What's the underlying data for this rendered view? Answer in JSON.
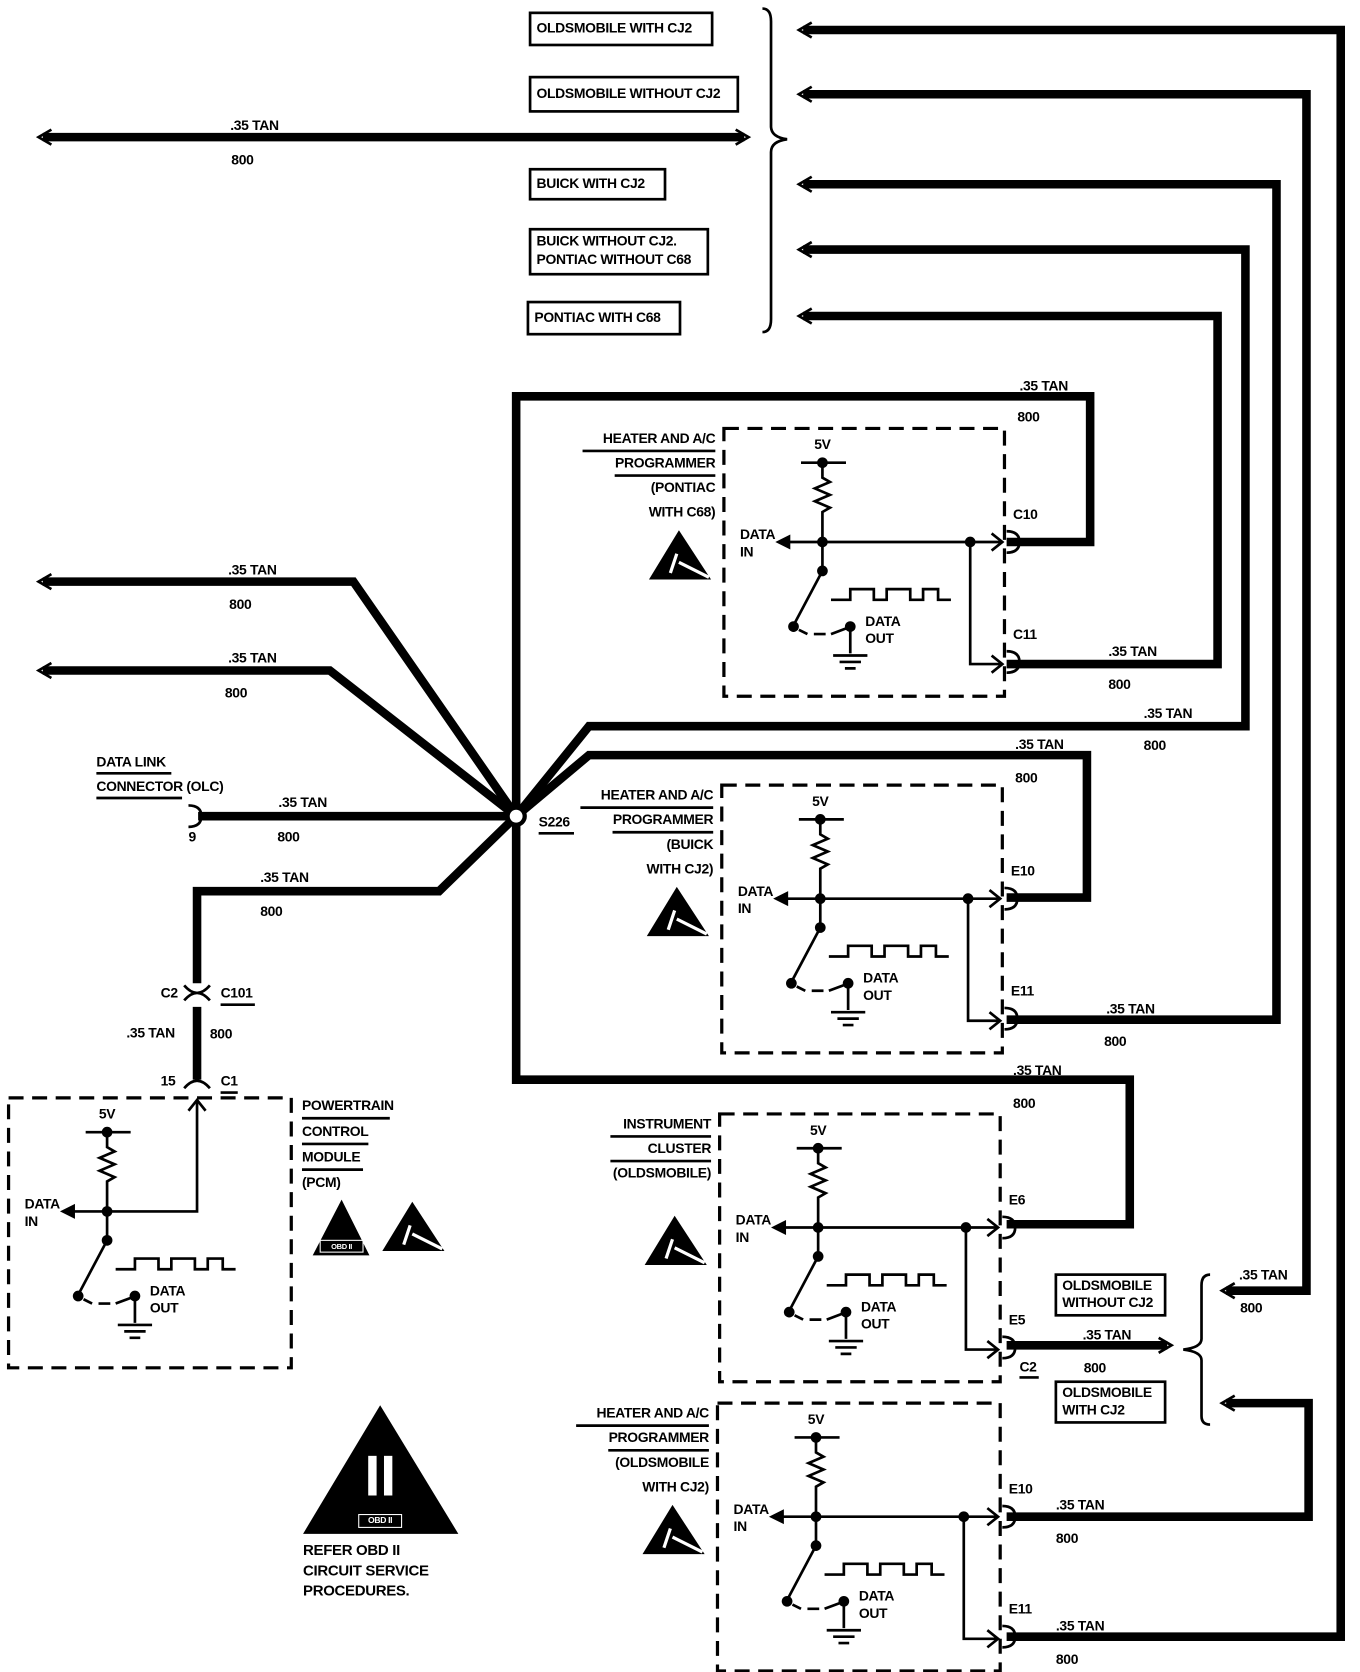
{
  "variant_boxes_top": [
    "OLDSMOBILE WITH CJ2",
    "OLDSMOBILE WITHOUT CJ2",
    "BUICK WITH CJ2",
    [
      "BUICK WITHOUT CJ2.",
      "PONTIAC WITHOUT C68"
    ],
    "PONTIAC WITH C68"
  ],
  "variant_boxes_right": [
    [
      "OLDSMOBILE",
      "WITHOUT CJ2"
    ],
    [
      "OLDSMOBILE",
      "WITH CJ2"
    ]
  ],
  "wire_labels": [
    {
      "gauge": ".35 TAN",
      "circuit": "800"
    },
    {
      "gauge": ".35 TAN",
      "circuit": "800"
    },
    {
      "gauge": ".35 TAN",
      "circuit": "800"
    },
    {
      "gauge": ".35 TAN",
      "circuit": "800"
    },
    {
      "gauge": ".35 TAN",
      "circuit": "800"
    },
    {
      "gauge": ".35 TAN",
      "circuit": "800"
    },
    {
      "gauge": ".35 TAN",
      "circuit": "800"
    },
    {
      "gauge": ".35 TAN",
      "circuit": "800"
    },
    {
      "gauge": ".35 TAN",
      "circuit": "800"
    },
    {
      "gauge": ".35 TAN",
      "circuit": "800"
    },
    {
      "gauge": ".35 TAN",
      "circuit": "800"
    },
    {
      "gauge": ".35 TAN",
      "circuit": "800"
    },
    {
      "gauge": ".35 TAN",
      "circuit": "800"
    },
    {
      "gauge": ".35 TAN",
      "circuit": "800"
    },
    {
      "gauge": ".35 TAN",
      "circuit": "800"
    },
    {
      "gauge": ".35 TAN",
      "circuit": "800"
    }
  ],
  "circuit_labels": {
    "supply": "5V",
    "data_in": [
      "DATA",
      "IN"
    ],
    "data_out": [
      "DATA",
      "OUT"
    ]
  },
  "modules": [
    {
      "name_lines": [
        "HEATER AND A/C",
        "PROGRAMMER",
        "(PONTIAC",
        "WITH C68)"
      ],
      "underlined": 2,
      "pins": [
        "C10",
        "C11"
      ]
    },
    {
      "name_lines": [
        "HEATER AND A/C",
        "PROGRAMMER",
        "(BUICK",
        "WITH CJ2)"
      ],
      "underlined": 2,
      "pins": [
        "E10",
        "E11"
      ]
    },
    {
      "name_lines": [
        "INSTRUMENT",
        "CLUSTER",
        "(OLDSMOBILE)"
      ],
      "underlined": 2,
      "pins": [
        "E6",
        "E5"
      ]
    },
    {
      "name_lines": [
        "HEATER AND A/C",
        "PROGRAMMER",
        "(OLDSMOBILE",
        "WITH CJ2)"
      ],
      "underlined": 2,
      "pins": [
        "E10",
        "E11"
      ]
    }
  ],
  "pcm": {
    "name_lines": [
      "POWERTRAIN",
      "CONTROL",
      "MODULE",
      "(PCM)"
    ],
    "pin": "15",
    "connector": "C1",
    "obd_badge": "OBD II"
  },
  "splice": "S226",
  "dlc": {
    "lines": [
      "DATA LINK",
      "CONNECTOR (OLC)"
    ],
    "pin": "9"
  },
  "inline_connector": {
    "pin": "C2",
    "connector": "C101"
  },
  "cluster_extra_connector": "C2",
  "obd_note": {
    "symbol": "II",
    "badge": "OBD II",
    "lines": [
      "REFER OBD II",
      "CIRCUIT SERVICE",
      "PROCEDURES."
    ]
  }
}
